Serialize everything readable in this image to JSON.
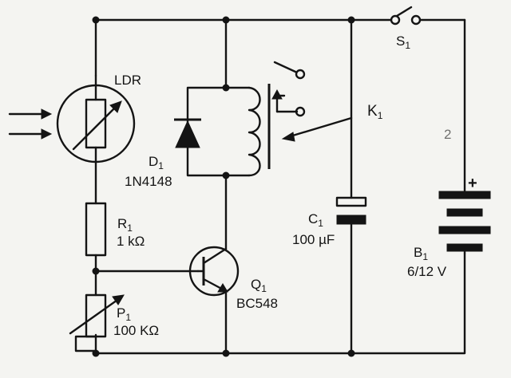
{
  "components": {
    "ldr": {
      "label": "LDR"
    },
    "d1": {
      "ref": "D",
      "sub": "1",
      "part": "1N4148"
    },
    "r1": {
      "ref": "R",
      "sub": "1",
      "value": "1 kΩ"
    },
    "p1": {
      "ref": "P",
      "sub": "1",
      "value": "100 KΩ"
    },
    "q1": {
      "ref": "Q",
      "sub": "1",
      "part": "BC548"
    },
    "k1": {
      "ref": "K",
      "sub": "1"
    },
    "c1": {
      "ref": "C",
      "sub": "1",
      "value": "100 µF"
    },
    "b1": {
      "ref": "B",
      "sub": "1",
      "value": "6/12 V",
      "polarity": "+"
    },
    "s1": {
      "ref": "S",
      "sub": "1"
    }
  },
  "stray_mark": "2"
}
